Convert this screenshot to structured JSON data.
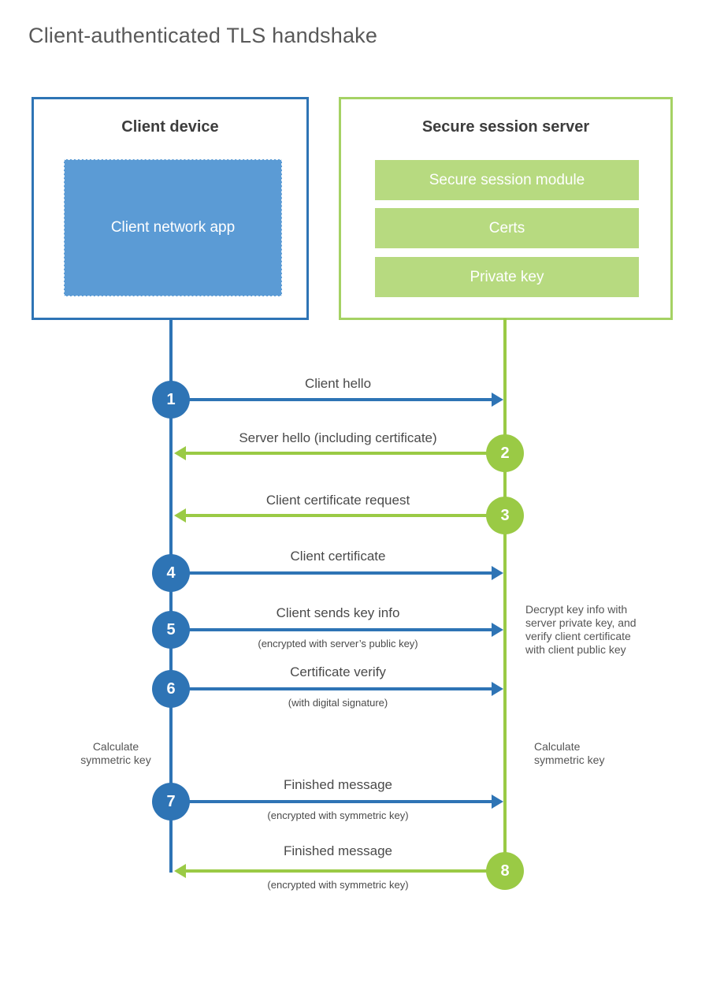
{
  "title": "Client-authenticated TLS handshake",
  "colors": {
    "blue": "#2e74b5",
    "blue_fill": "#5b9bd5",
    "green": "#9aca45",
    "green_border": "#a5d264",
    "green_fill": "#b7da80"
  },
  "client_box": {
    "title": "Client device",
    "app_label": "Client network app"
  },
  "server_box": {
    "title": "Secure session server",
    "modules": [
      "Secure session module",
      "Certs",
      "Private key"
    ]
  },
  "messages": [
    {
      "num": "1",
      "label": "Client hello",
      "sub": "",
      "from": "client",
      "to": "server"
    },
    {
      "num": "2",
      "label": "Server hello (including certificate)",
      "sub": "",
      "from": "server",
      "to": "client"
    },
    {
      "num": "3",
      "label": "Client certificate request",
      "sub": "",
      "from": "server",
      "to": "client"
    },
    {
      "num": "4",
      "label": "Client certificate",
      "sub": "",
      "from": "client",
      "to": "server"
    },
    {
      "num": "5",
      "label": "Client sends key info",
      "sub": "(encrypted with server’s public key)",
      "from": "client",
      "to": "server"
    },
    {
      "num": "6",
      "label": "Certificate verify",
      "sub": "(with digital signature)",
      "from": "client",
      "to": "server"
    },
    {
      "num": "7",
      "label": "Finished message",
      "sub": "(encrypted with symmetric key)",
      "from": "client",
      "to": "server"
    },
    {
      "num": "8",
      "label": "Finished message",
      "sub": "(encrypted with symmetric key)",
      "from": "server",
      "to": "client"
    }
  ],
  "notes": {
    "decrypt_lines": [
      "Decrypt key info with",
      "server private key, and",
      "verify client certificate",
      "with client public key"
    ],
    "calc_lines": [
      "Calculate",
      "symmetric key"
    ]
  }
}
